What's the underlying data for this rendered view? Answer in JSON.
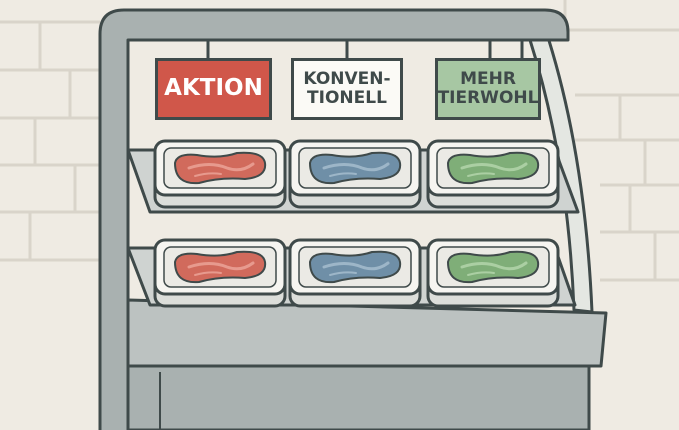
{
  "signs": [
    {
      "lines": [
        "AKTION"
      ],
      "bg": "#d0574a",
      "fg": "#ffffff"
    },
    {
      "lines": [
        "KONVEN-",
        "TIONELL"
      ],
      "bg": "#fbfaf6",
      "fg": "#3f4a4a"
    },
    {
      "lines": [
        "MEHR",
        "TIERWOHL"
      ],
      "bg": "#a7c7a3",
      "fg": "#3f4a4a"
    }
  ],
  "shelves": [
    [
      "aktion",
      "konventionell",
      "tierwohl"
    ],
    [
      "aktion",
      "konventionell",
      "tierwohl"
    ]
  ],
  "meat_colors": {
    "aktion": {
      "fill": "#d16a5c",
      "marbling": "#e79a8e"
    },
    "konventionell": {
      "fill": "#6f8fa7",
      "marbling": "#9db6c8"
    },
    "tierwohl": {
      "fill": "#7fae78",
      "marbling": "#abcfa3"
    }
  },
  "colors": {
    "outline": "#3f4a4a",
    "case_body": "#a9b1b0",
    "case_lower": "#bcc2c1",
    "glass": "#eef0ec",
    "shelf": "#cfd3d1",
    "tray": "#f6f5f1",
    "wall_lines": "#d9d4ca"
  }
}
